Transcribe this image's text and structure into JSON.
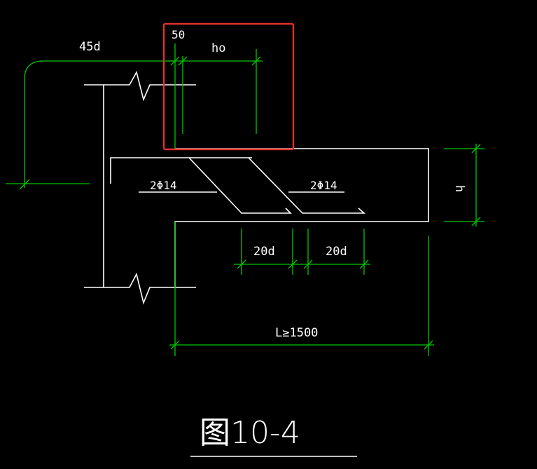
{
  "colors": {
    "background": "#000000",
    "structure": "#ffffff",
    "dimension": "#00c800",
    "highlight": "#e0312b"
  },
  "labels": {
    "anchor_length": "45d",
    "cover": "50",
    "effective_depth": "ho",
    "rebar_left": "2Φ14",
    "rebar_right": "2Φ14",
    "height": "h",
    "bend_left": "20d",
    "bend_right": "20d",
    "span": "L≥1500"
  },
  "figure_title": "图10-4"
}
